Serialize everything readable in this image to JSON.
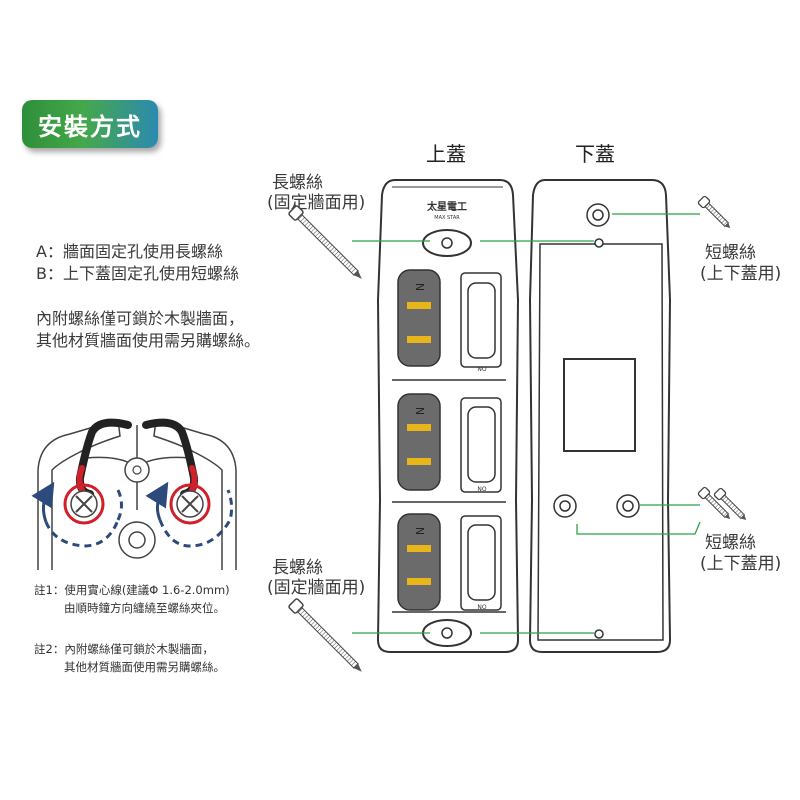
{
  "title": "安裝方式",
  "instructions": {
    "line_a": "A：牆面固定孔使用長螺絲",
    "line_b": "B：上下蓋固定孔使用短螺絲",
    "para_1": "內附螺絲僅可鎖於木製牆面，",
    "para_2": "其他材質牆面使用需另購螺絲。"
  },
  "labels": {
    "top_cover": "上蓋",
    "bottom_cover": "下蓋",
    "long_screw": "長螺絲",
    "wall_mount": "(固定牆面用)",
    "short_screw": "短螺絲",
    "cover_use": "(上下蓋用)"
  },
  "product": {
    "brand_cn": "太星電工",
    "brand_en": "MAX STAR",
    "socket_mark": "N",
    "switch_mark": "NO"
  },
  "notes": {
    "note1_line1": "註1：使用實心線(建議Φ 1.6-2.0mm)",
    "note1_line2": "由順時鐘方向纏繞至螺絲夾位。",
    "note2_line1": "註2：內附螺絲僅可鎖於木製牆面，",
    "note2_line2": "其他材質牆面使用需另購螺絲。"
  },
  "colors": {
    "leader_line": "#2fa04a",
    "badge_green": "#2e8f3a",
    "badge_blue": "#2b8ab0",
    "wire_red": "#d0202a",
    "socket_gray": "#6b6b6b",
    "socket_pin": "#e8b61a",
    "arrow_blue": "#2c4a7a"
  }
}
